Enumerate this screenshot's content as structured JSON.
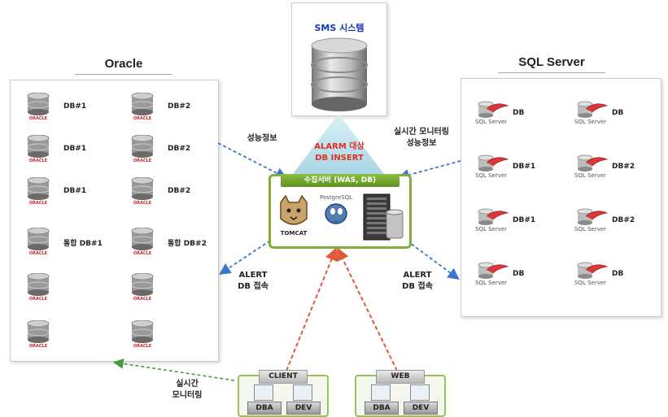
{
  "sms": {
    "title": "SMS 시스템"
  },
  "oracle": {
    "title": "Oracle",
    "brand": "ORACLE",
    "labels": [
      "DB#1",
      "DB#2",
      "DB#1",
      "DB#2",
      "DB#1",
      "DB#2",
      "통합 DB#1",
      "통합 DB#2",
      "",
      "",
      "",
      ""
    ]
  },
  "sqlserver": {
    "title": "SQL Server",
    "brand": "SQL Server",
    "labels": [
      "DB",
      "DB",
      "DB#1",
      "DB#2",
      "DB#1",
      "DB#2",
      "DB",
      "DB"
    ]
  },
  "center": {
    "perf_left": "성능정보",
    "perf_right_1": "실시간 모니터링",
    "perf_right_2": "성능정보",
    "alarm_1": "ALARM 대상",
    "alarm_2": "DB INSERT",
    "collector_title": "수집서버 (WAS, DB)",
    "tomcat": "TOMCAT",
    "postgres": "PostgreSQL",
    "alert_left_1": "ALERT",
    "alert_left_2": "DB 접속",
    "alert_right_1": "ALERT",
    "alert_right_2": "DB 접속",
    "monitor_1": "실시간",
    "monitor_2": "모니터링"
  },
  "clients": [
    {
      "tag": "CLIENT",
      "pcs": [
        "DBA",
        "DEV"
      ]
    },
    {
      "tag": "WEB",
      "pcs": [
        "DBA",
        "DEV"
      ]
    }
  ],
  "colors": {
    "oracle_red": "#d21f1f",
    "sms_blue": "#1a36b8",
    "collector_green": "#7fae3a",
    "arrow_blue": "#3a78d0",
    "arrow_red": "#e05a3c",
    "arrow_green": "#3f9e3f",
    "alarm_red": "#e0301e"
  }
}
